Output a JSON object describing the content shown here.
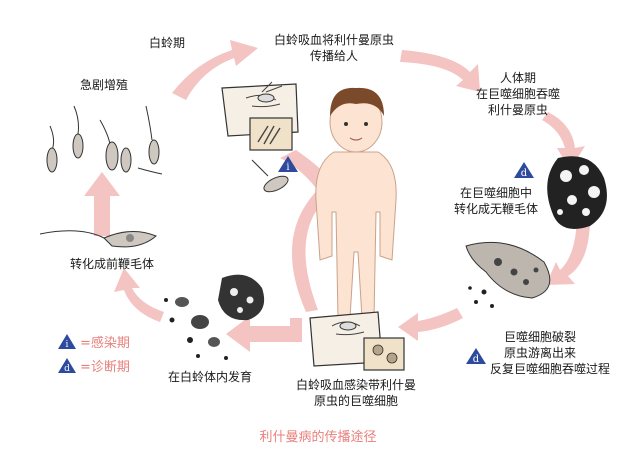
{
  "title": "利什曼病的传播途径",
  "steps": {
    "sandfly_phase": "白蛉期",
    "bite_transmit_1": "白蛉吸血将利什曼原虫",
    "bite_transmit_2": "传播给人",
    "human_phase_1": "人体期",
    "human_phase_2": "在巨噬细胞吞噬",
    "human_phase_3": "利什曼原虫",
    "amastigote_1": "在巨噬细胞中",
    "amastigote_2": "转化成无鞭毛体",
    "rupture_1": "巨噬细胞破裂",
    "rupture_2": "原虫游离出来",
    "rupture_3": "反复巨噬细胞吞噬过程",
    "bite_infected_1": "白蛉吸血感染带利什曼",
    "bite_infected_2": "原虫的巨噬细胞",
    "develop": "在白蛉体内发育",
    "promastigote": "转化成前鞭毛体",
    "multiply": "急剧增殖"
  },
  "legend": {
    "infective_letter": "i",
    "infective_label": "=感染期",
    "diagnostic_letter": "d",
    "diagnostic_label": "=诊断期"
  },
  "colors": {
    "arrow": "#f3c4c2",
    "title_text": "#e8807c",
    "badge": "#2e4a9e",
    "skin": "#fde3d2",
    "hair": "#7a4a2a"
  }
}
